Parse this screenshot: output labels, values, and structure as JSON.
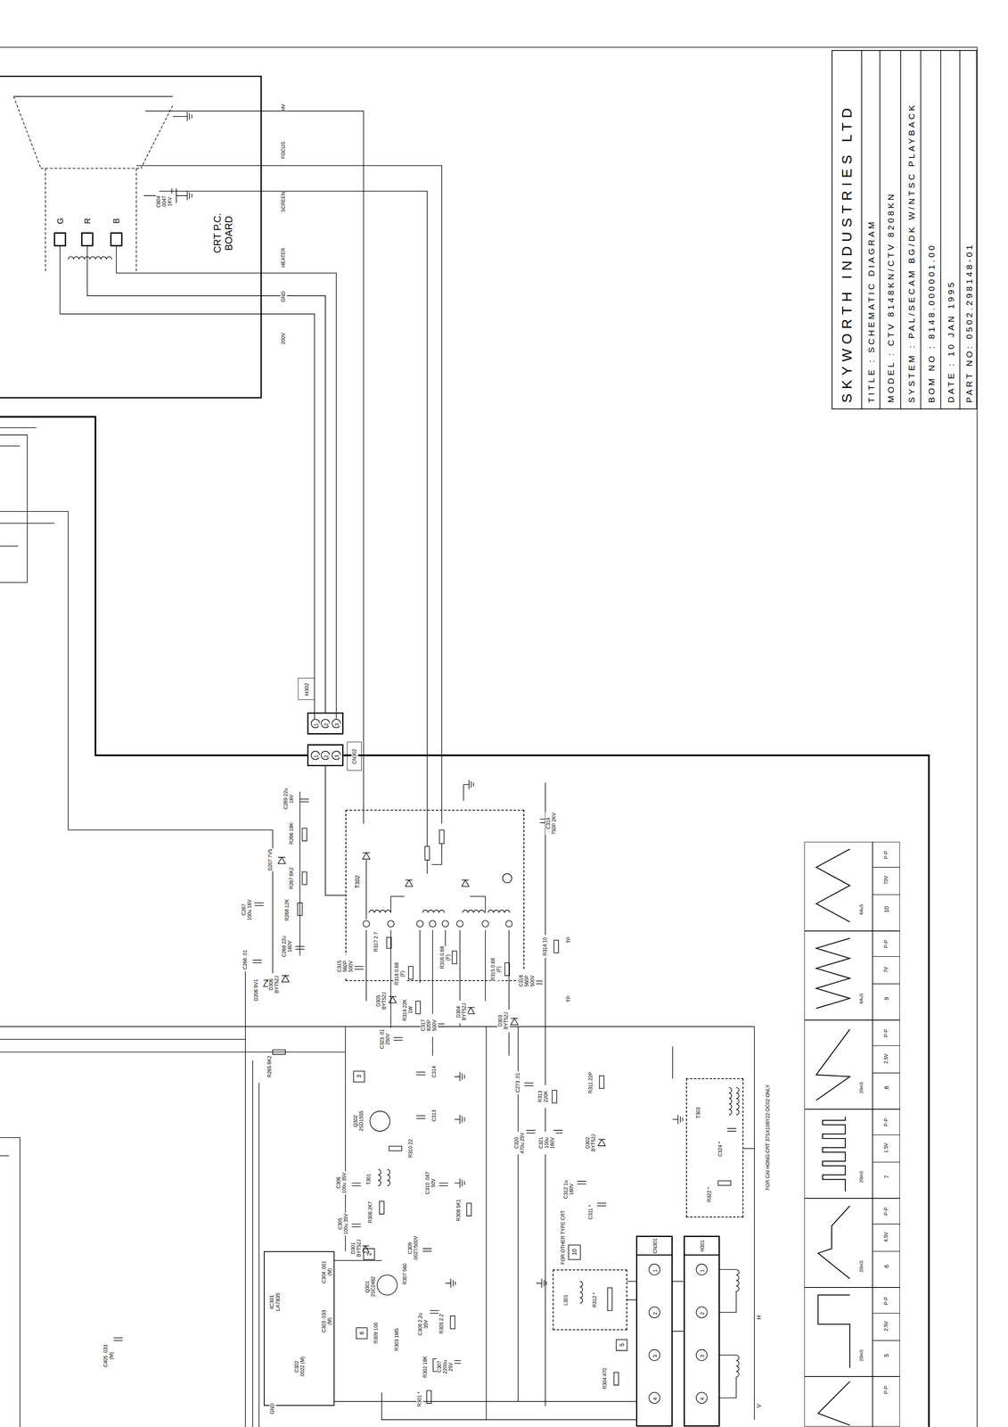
{
  "diagram": {
    "nodes": [
      {
        "text": [
          "SKYWORTH INDUSTRIES LTD",
          "TITLE : SCHEMATIC DIAGRAM",
          "MODEL : CTV 8148KN/CTV 8208KN",
          "SYSTEM : PAL/SECAM BG/DK W/NTSC PLAYBACK",
          "BOM NO : 8148.000001.00",
          "DATE : 10 JAN 1995",
          "PART NO: 0502.298148-01"
        ]
      },
      {
        "text": [
          "CRT P.C. BOARD"
        ]
      },
      {
        "text": [
          "H302"
        ]
      },
      {
        "text": [
          "1",
          "2",
          "3"
        ]
      },
      {
        "text": [
          "1",
          "2",
          "3"
        ]
      },
      {
        "text": [
          "CN302"
        ]
      },
      {
        "text": [
          "T302"
        ]
      },
      {
        "text": [
          "IC301 LA7835"
        ]
      },
      {
        "text": [
          "L301",
          "R312 *"
        ]
      },
      {
        "text": [
          "T303",
          "C324 *",
          "R322 *"
        ]
      },
      {
        "text": [
          "CN301",
          "1",
          "2",
          "3",
          "4"
        ]
      },
      {
        "text": [
          "H301",
          "1",
          "2",
          "3",
          "4"
        ]
      },
      {
        "text": [
          "10",
          "70V",
          "P-P",
          "64uS"
        ]
      },
      {
        "text": [
          "9",
          "7V",
          "P-P",
          "64uS"
        ]
      },
      {
        "text": [
          "8",
          "2.5V",
          "P-P",
          "20mS"
        ]
      },
      {
        "text": [
          "7",
          "1.5V",
          "P-P",
          "20mS"
        ]
      },
      {
        "text": [
          "6",
          "4.5V",
          "P-P",
          "20mS"
        ]
      },
      {
        "text": [
          "5",
          "2.5V",
          "P-P",
          "20mS"
        ]
      },
      {
        "text": [
          "P-P"
        ]
      }
    ],
    "edges": [
      {
        "from": 3,
        "to": 1,
        "arrow": "none"
      },
      {
        "from": 4,
        "to": 6,
        "arrow": "none"
      },
      {
        "from": 8,
        "to": 10,
        "arrow": "none"
      },
      {
        "from": 10,
        "to": 11,
        "arrow": "none"
      }
    ],
    "labels": [
      "HV",
      "FOCUS",
      "SCREEN",
      "HEATER",
      "GND",
      "200V",
      "G",
      "R",
      "B",
      "C604 .0047 1KV",
      "C405 .033 (M)",
      "R265 8K2",
      "C269 22u 16V",
      "R266 18K",
      "D207 7V5",
      "R267 6K2",
      "R268 12K",
      "C267 100u 16V",
      "C268 22u 160V",
      "C266 .01",
      "D206 9V1",
      "D306 BYT52J",
      "C315 560P 500V",
      "R317 2.7",
      "R318 0.68 (F)",
      "D305 BYT52J",
      "R319 22K 1W",
      "C323 .01 250V",
      "C317 820P 500V",
      "R316 0.68 (F)",
      "D304 BYT52J",
      "R315 0.68 (F)",
      "C318 560P 500V",
      "D303 BYT52J",
      "R314 10",
      "C319 750P 2KV",
      "TP",
      "TP",
      "C314",
      "C313",
      "Q302 2SD1555",
      "R310 22",
      "T301",
      "C306 100u 35V",
      "R306 2K7",
      "C305 100u 35V",
      "D301 BYT52J",
      "C310 .047 50V",
      "R308 5K1",
      "C309 .0027/500V",
      "C304 .001 (M)",
      "R307 560",
      "Q301 2SC2482",
      "C303 .033 (M)",
      "C302 .0022 (M)",
      "R309 100",
      "R303 1M5",
      "C308 2.2u 35V",
      "R305 2.2",
      "R302 18K",
      "C307 2200u 25V",
      "R301 *",
      "R304 470",
      "GND",
      "C273 .01",
      "R313 220K",
      "R311 22P",
      "C320 470u 25V",
      "C321 100u 160V",
      "D302 BYT52J",
      "C312 1u 160V",
      "C311 *",
      "FOR OTHER TYPE CRT",
      "FOR CAI HONG CRT 37SX108Y22-DC02 ONLY",
      "3",
      "2",
      "6",
      "10",
      "5",
      "V",
      "H"
    ]
  }
}
